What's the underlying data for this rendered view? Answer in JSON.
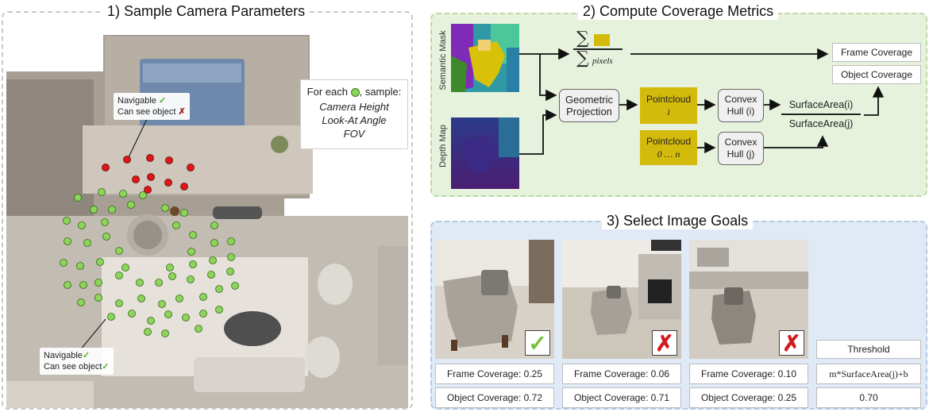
{
  "panel1": {
    "title": "1) Sample Camera Parameters",
    "callout_top": {
      "navigable": "Navigable",
      "see_object": "Can see object"
    },
    "callout_bottom": {
      "navigable": "Navigable",
      "see_object": "Can see object"
    },
    "sample_box": {
      "intro": "For each",
      "intro_end": ", sample:",
      "params": [
        "Camera Height",
        "Look-At Angle",
        "FOV"
      ]
    }
  },
  "panel2": {
    "title": "2) Compute Coverage Metrics",
    "semantic_mask_label": "Semantic Mask",
    "depth_map_label": "Depth Map",
    "sum_symbol": "∑",
    "pixels_label": "pixels",
    "geometric_projection": "Geometric Projection",
    "pointcloud_i": {
      "label": "Pointcloud",
      "sub": "i"
    },
    "pointcloud_n": {
      "label": "Pointcloud",
      "sub": "0 … n"
    },
    "hull_i": {
      "label": "Convex",
      "sub": "Hull (i)"
    },
    "hull_j": {
      "label": "Convex",
      "sub": "Hull (j)"
    },
    "ratio_num": "SurfaceArea(i)",
    "ratio_den": "SurfaceArea(j)",
    "frame_coverage": "Frame Coverage",
    "object_coverage": "Object Coverage"
  },
  "panel3": {
    "title": "3) Select Image Goals",
    "images": [
      {
        "frame": "Frame Coverage: 0.25",
        "object": "Object Coverage: 0.72",
        "selected": true
      },
      {
        "frame": "Frame Coverage: 0.06",
        "object": "Object Coverage: 0.71",
        "selected": false
      },
      {
        "frame": "Frame Coverage: 0.10",
        "object": "Object Coverage: 0.25",
        "selected": false
      }
    ],
    "threshold_label": "Threshold",
    "threshold_formula": "m*SurfaceArea(j)+b",
    "threshold_value": "0.70"
  },
  "colors": {
    "green_dot": "#8ed35a",
    "red_dot": "#e01616",
    "gold": "#d4ba0a",
    "panel2_bg": "#e6f2dc",
    "panel3_bg": "#e0eaf6"
  }
}
